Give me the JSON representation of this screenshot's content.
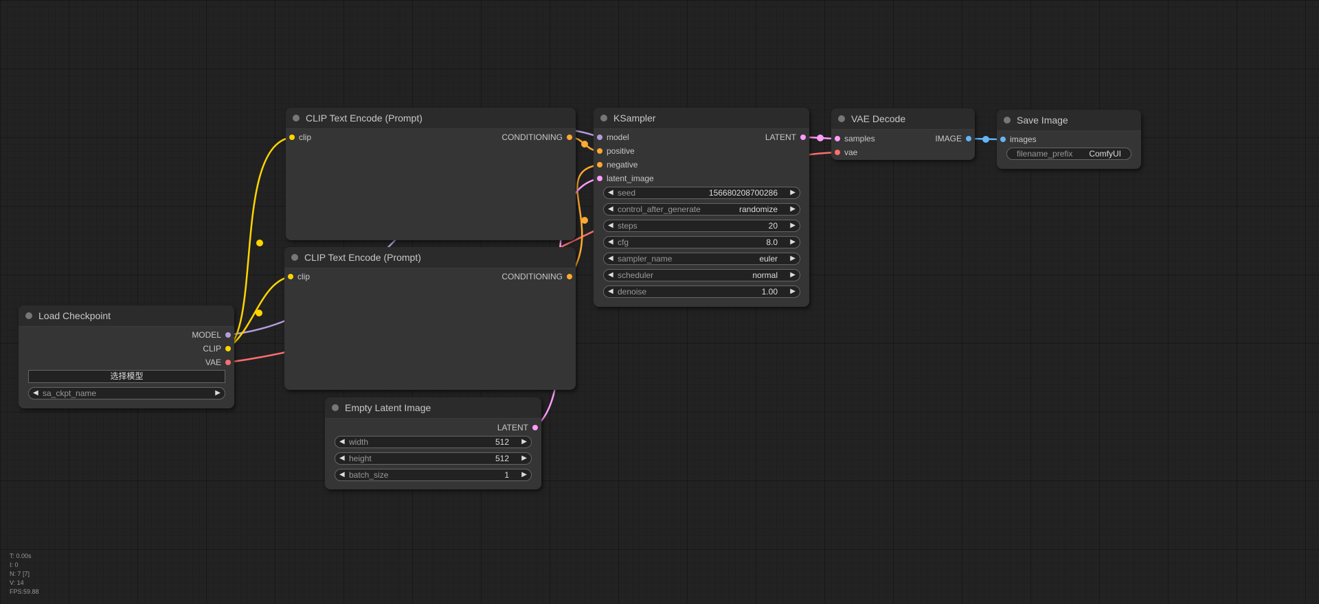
{
  "colors": {
    "canvas_bg": "#222222",
    "node_bg": "#353535",
    "node_title_bg": "#2b2b2b",
    "model": "#b39ddb",
    "clip": "#ffd500",
    "vae": "#ff6e6e",
    "conditioning": "#ffa931",
    "latent": "#ff9cf9",
    "image": "#64b5f6"
  },
  "nodes": {
    "load_checkpoint": {
      "title": "Load Checkpoint",
      "outputs": [
        "MODEL",
        "CLIP",
        "VAE"
      ],
      "button_label": "选择模型",
      "widget": {
        "label": "sa_ckpt_name"
      }
    },
    "clip_text_encode_1": {
      "title": "CLIP Text Encode (Prompt)",
      "input": "clip",
      "output": "CONDITIONING"
    },
    "clip_text_encode_2": {
      "title": "CLIP Text Encode (Prompt)",
      "input": "clip",
      "output": "CONDITIONING"
    },
    "ksampler": {
      "title": "KSampler",
      "inputs": [
        "model",
        "positive",
        "negative",
        "latent_image"
      ],
      "output": "LATENT",
      "widgets": [
        {
          "label": "seed",
          "value": "156680208700286"
        },
        {
          "label": "control_after_generate",
          "value": "randomize"
        },
        {
          "label": "steps",
          "value": "20"
        },
        {
          "label": "cfg",
          "value": "8.0"
        },
        {
          "label": "sampler_name",
          "value": "euler"
        },
        {
          "label": "scheduler",
          "value": "normal"
        },
        {
          "label": "denoise",
          "value": "1.00"
        }
      ]
    },
    "vae_decode": {
      "title": "VAE Decode",
      "inputs": [
        "samples",
        "vae"
      ],
      "output": "IMAGE"
    },
    "save_image": {
      "title": "Save Image",
      "input": "images",
      "widget": {
        "label": "filename_prefix",
        "value": "ComfyUI"
      }
    },
    "empty_latent": {
      "title": "Empty Latent Image",
      "output": "LATENT",
      "widgets": [
        {
          "label": "width",
          "value": "512"
        },
        {
          "label": "height",
          "value": "512"
        },
        {
          "label": "batch_size",
          "value": "1"
        }
      ]
    }
  },
  "stats": {
    "t": "T: 0.00s",
    "i": "I: 0",
    "n": "N: 7 [7]",
    "v": "V: 14",
    "fps": "FPS:59.88"
  }
}
